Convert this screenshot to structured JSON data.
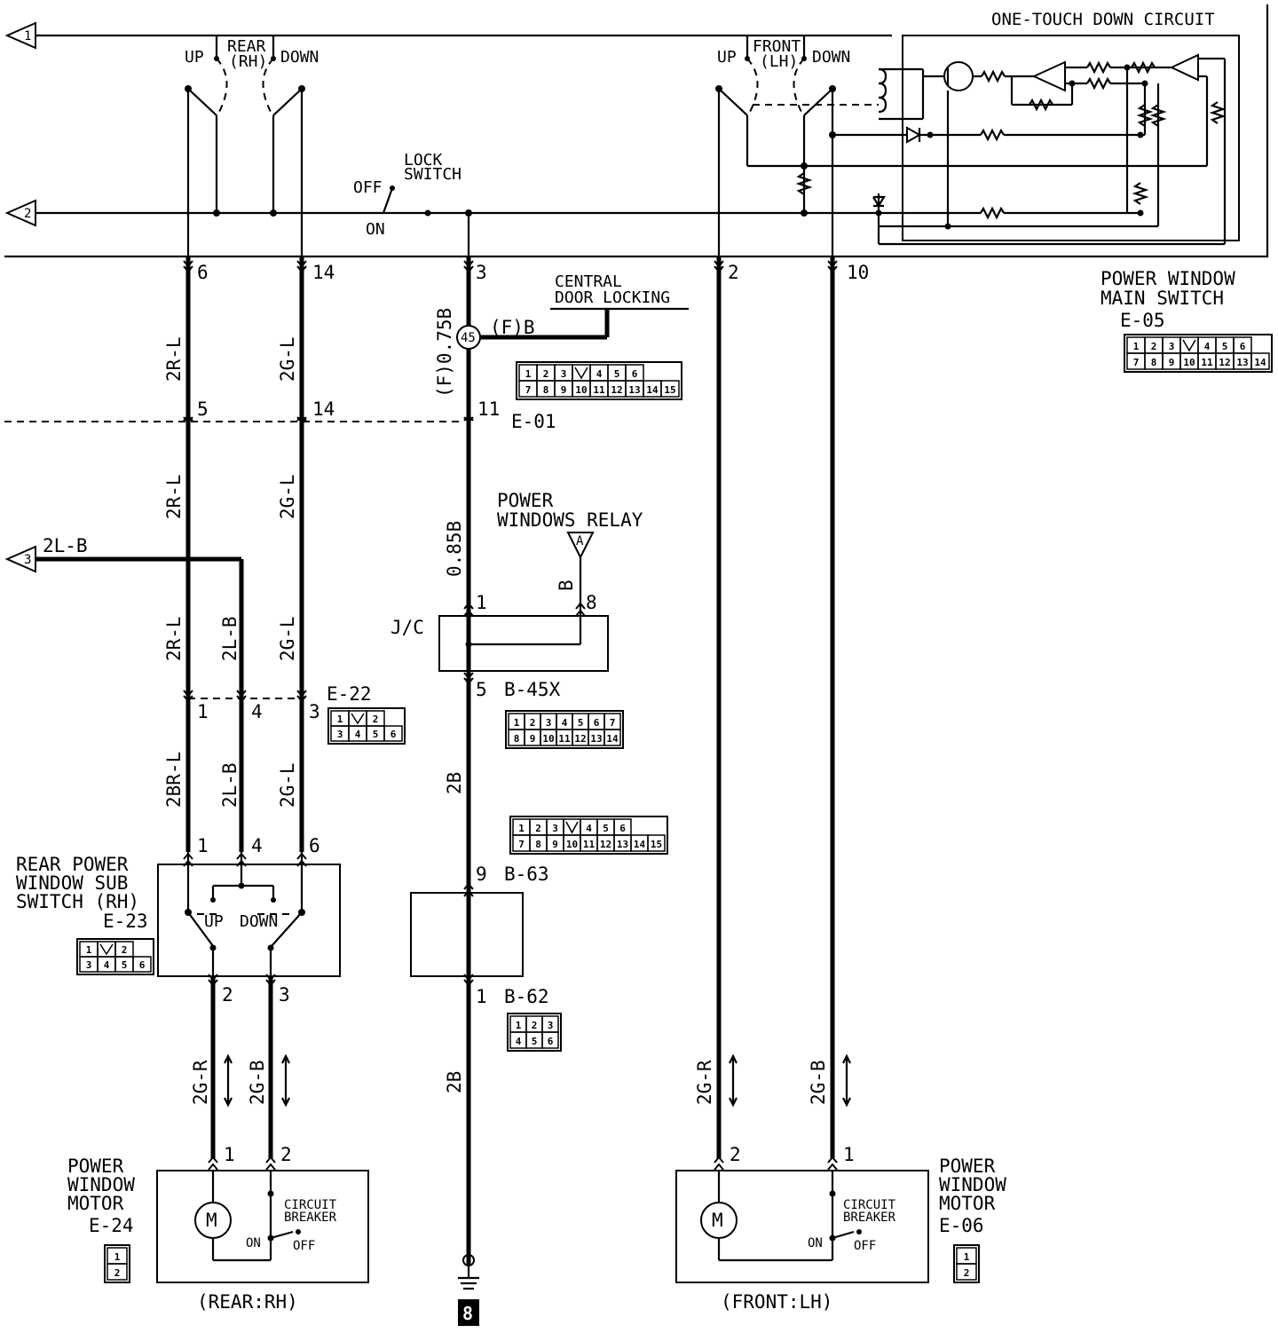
{
  "header": {
    "one_touch": "ONE-TOUCH DOWN CIRCUIT",
    "pw_main_switch_1": "POWER WINDOW",
    "pw_main_switch_2": "MAIN SWITCH",
    "main_switch_code": "E-05"
  },
  "switch_labels": {
    "up": "UP",
    "down": "DOWN",
    "rear_rh_1": "REAR",
    "rear_rh_2": "(RH)",
    "front_lh_1": "FRONT",
    "front_lh_2": "(LH)",
    "lock_switch_1": "LOCK",
    "lock_switch_2": "SWITCH",
    "off": "OFF",
    "on": "ON"
  },
  "terminals": {
    "t6": "6",
    "t14": "14",
    "t3": "3",
    "t2": "2",
    "t10": "10",
    "t5": "5",
    "t14b": "14",
    "t11": "11",
    "t1": "1",
    "t8": "8",
    "t5b": "5",
    "e22_1": "1",
    "e22_4": "4",
    "e22_3": "3",
    "sub_1": "1",
    "sub_4": "4",
    "sub_6": "6",
    "t9": "9",
    "t1b": "1",
    "sub_2": "2",
    "sub_3": "3",
    "mr_1": "1",
    "mr_2": "2",
    "mf_2": "2",
    "mf_1": "1"
  },
  "wires": {
    "w_2RL_a": "2R-L",
    "w_2GL_a": "2G-L",
    "w_F075B": "(F)0.75B",
    "w_2RL_b": "2R-L",
    "w_2GL_b": "2G-L",
    "w_2LB_feed": "2L-B",
    "w_2RL_c": "2R-L",
    "w_2LB_c": "2L-B",
    "w_2GL_c": "2G-L",
    "w_2BRL": "2BR-L",
    "w_2LB_d": "2L-B",
    "w_2GL_d": "2G-L",
    "w_085B": "0.85B",
    "w_B": "B",
    "w_2B_a": "2B",
    "w_2B_b": "2B",
    "w_2GR_r": "2G-R",
    "w_2GB_r": "2G-B",
    "w_2GR_f": "2G-R",
    "w_2GB_f": "2G-B",
    "w_FB": "(F)B"
  },
  "components": {
    "central_1": "CENTRAL",
    "central_2": "DOOR LOCKING",
    "conn_45": "45",
    "e01": "E-01",
    "relay_1": "POWER",
    "relay_2": "WINDOWS RELAY",
    "relay_A": "A",
    "jc": "J/C",
    "b45x": "B-45X",
    "e22": "E-22",
    "b63": "B-63",
    "b62": "B-62",
    "rear_sub_1": "REAR POWER",
    "rear_sub_2": "WINDOW SUB",
    "rear_sub_3": "SWITCH (RH)",
    "rear_sub_4": "E-23",
    "sub_up": "UP",
    "sub_down": "DOWN",
    "motor_r_1": "POWER",
    "motor_r_2": "WINDOW",
    "motor_r_3": "MOTOR",
    "motor_r_4": "E-24",
    "motor_f_1": "POWER",
    "motor_f_2": "WINDOW",
    "motor_f_3": "MOTOR",
    "motor_f_4": "E-06",
    "cb_1": "CIRCUIT",
    "cb_2": "BREAKER",
    "cb_on": "ON",
    "cb_off": "OFF",
    "cbf_1": "CIRCUIT",
    "cbf_2": "BREAKER",
    "cbf_on": "ON",
    "cbf_off": "OFF",
    "motor_M": "M",
    "motor_M2": "M",
    "rear_rh": "(REAR:RH)",
    "front_lh": "(FRONT:LH)",
    "ground_num": "8",
    "arrow_1": "1",
    "arrow_2": "2",
    "arrow_3": "3"
  },
  "connectors": {
    "e05_top": [
      "1",
      "2",
      "3",
      "",
      "4",
      "5",
      "6"
    ],
    "e05_bot": [
      "7",
      "8",
      "9",
      "10",
      "11",
      "12",
      "13",
      "14"
    ],
    "e01_top": [
      "1",
      "2",
      "3",
      "",
      "4",
      "5",
      "6"
    ],
    "e01_bot": [
      "7",
      "8",
      "9",
      "10",
      "11",
      "12",
      "13",
      "14",
      "15"
    ],
    "b45x_top": [
      "1",
      "2",
      "3",
      "4",
      "5",
      "6",
      "7"
    ],
    "b45x_bot": [
      "8",
      "9",
      "10",
      "11",
      "12",
      "13",
      "14"
    ],
    "b63_top": [
      "1",
      "2",
      "3",
      "",
      "4",
      "5",
      "6"
    ],
    "b63_bot": [
      "7",
      "8",
      "9",
      "10",
      "11",
      "12",
      "13",
      "14",
      "15"
    ],
    "e22_top": [
      "1",
      "",
      "2"
    ],
    "e22_bot": [
      "3",
      "4",
      "5",
      "6"
    ],
    "e23_top": [
      "1",
      "",
      "2"
    ],
    "e23_bot": [
      "3",
      "4",
      "5",
      "6"
    ],
    "b62_top": [
      "1",
      "2",
      "3"
    ],
    "b62_bot": [
      "4",
      "5",
      "6"
    ],
    "e24": [
      "1",
      "2"
    ],
    "e06": [
      "1",
      "2"
    ]
  }
}
